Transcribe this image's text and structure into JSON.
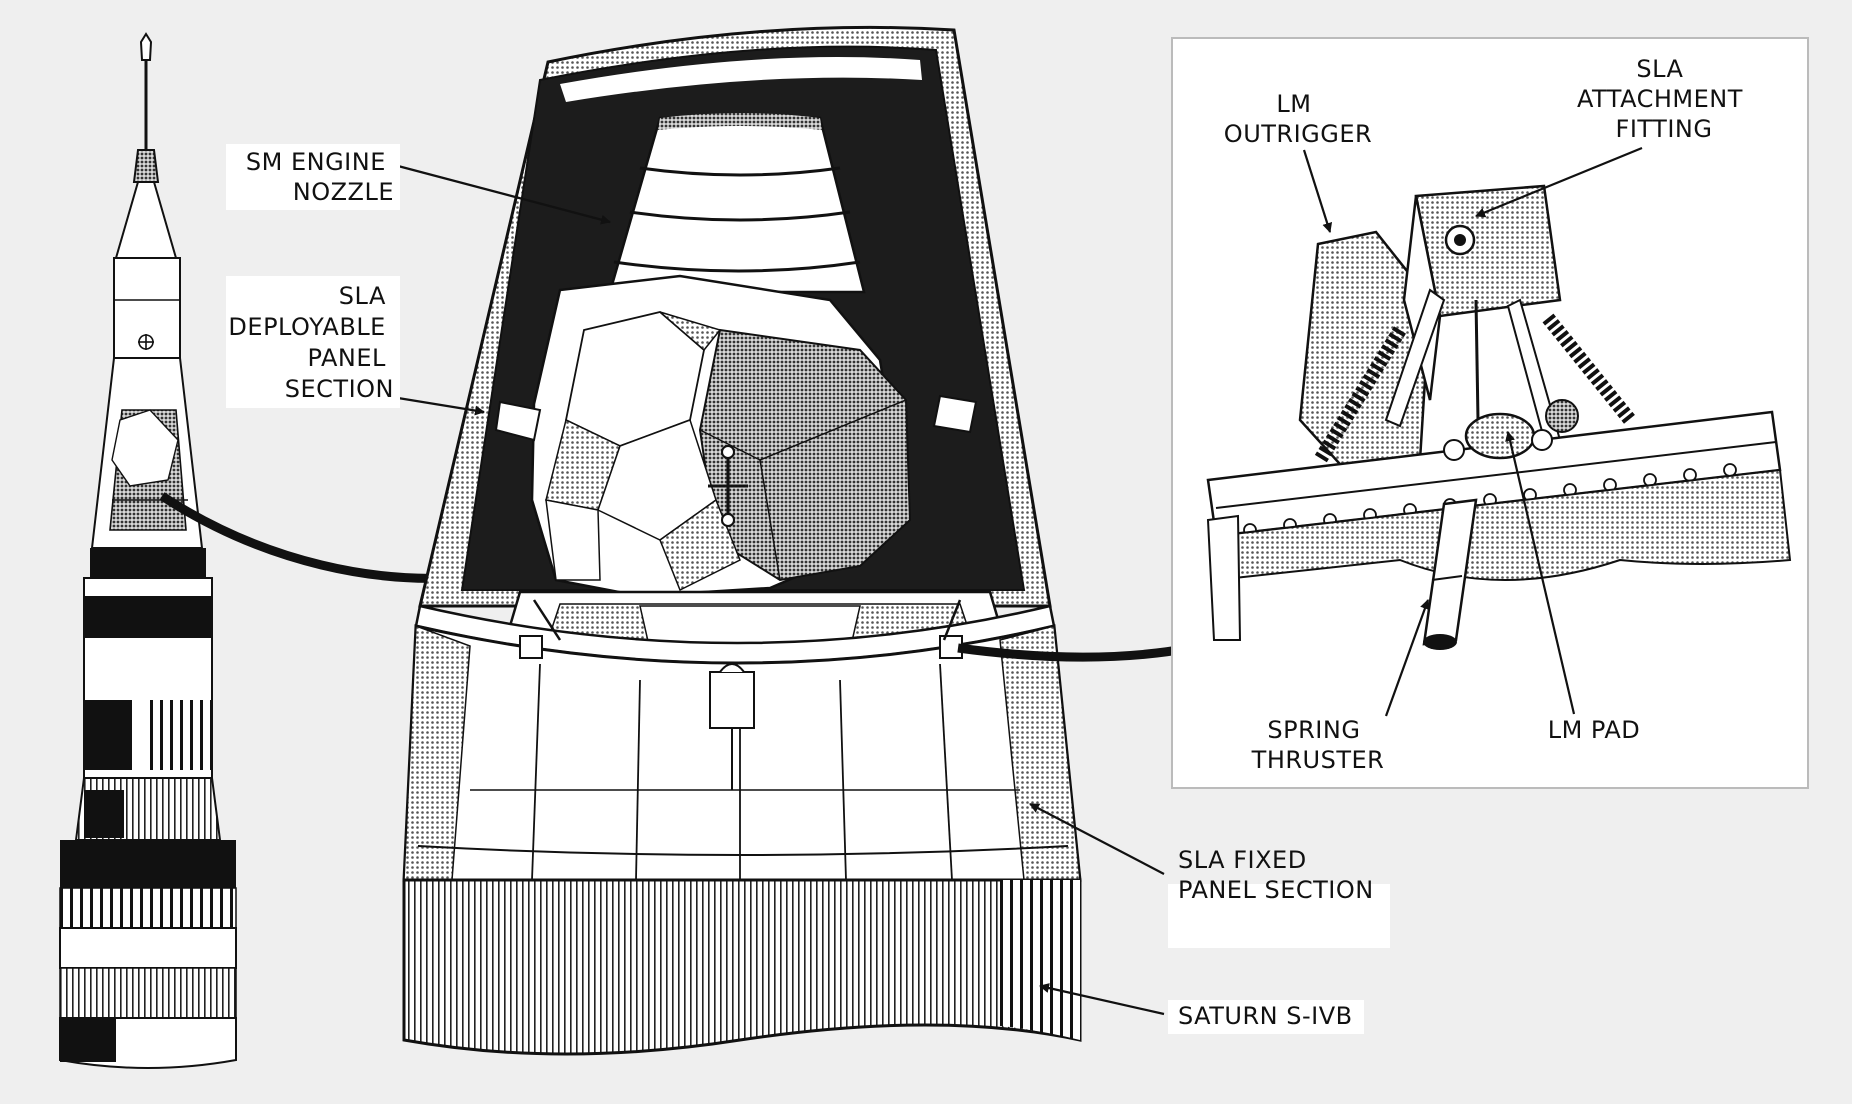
{
  "colors": {
    "background": "#efefef",
    "ink": "#111111",
    "panel": "#ffffff",
    "cavity": "#1c1c1c",
    "halftone": "#9a9a9a"
  },
  "labels": {
    "sm_engine_nozzle": [
      "SM ENGINE",
      "NOZZLE"
    ],
    "sla_deployable_panel_section": [
      "SLA",
      "DEPLOYABLE",
      "PANEL",
      "SECTION"
    ],
    "lm_outrigger": [
      "LM",
      "OUTRIGGER"
    ],
    "sla_attachment_fitting": [
      "SLA",
      "ATTACHMENT",
      "FITTING"
    ],
    "spring_thruster": [
      "SPRING",
      "THRUSTER"
    ],
    "lm_pad": [
      "LM PAD"
    ],
    "sla_fixed_panel_section": [
      "SLA FIXED",
      "PANEL SECTION"
    ],
    "saturn_s_ivb": [
      "SATURN S-IVB"
    ]
  }
}
